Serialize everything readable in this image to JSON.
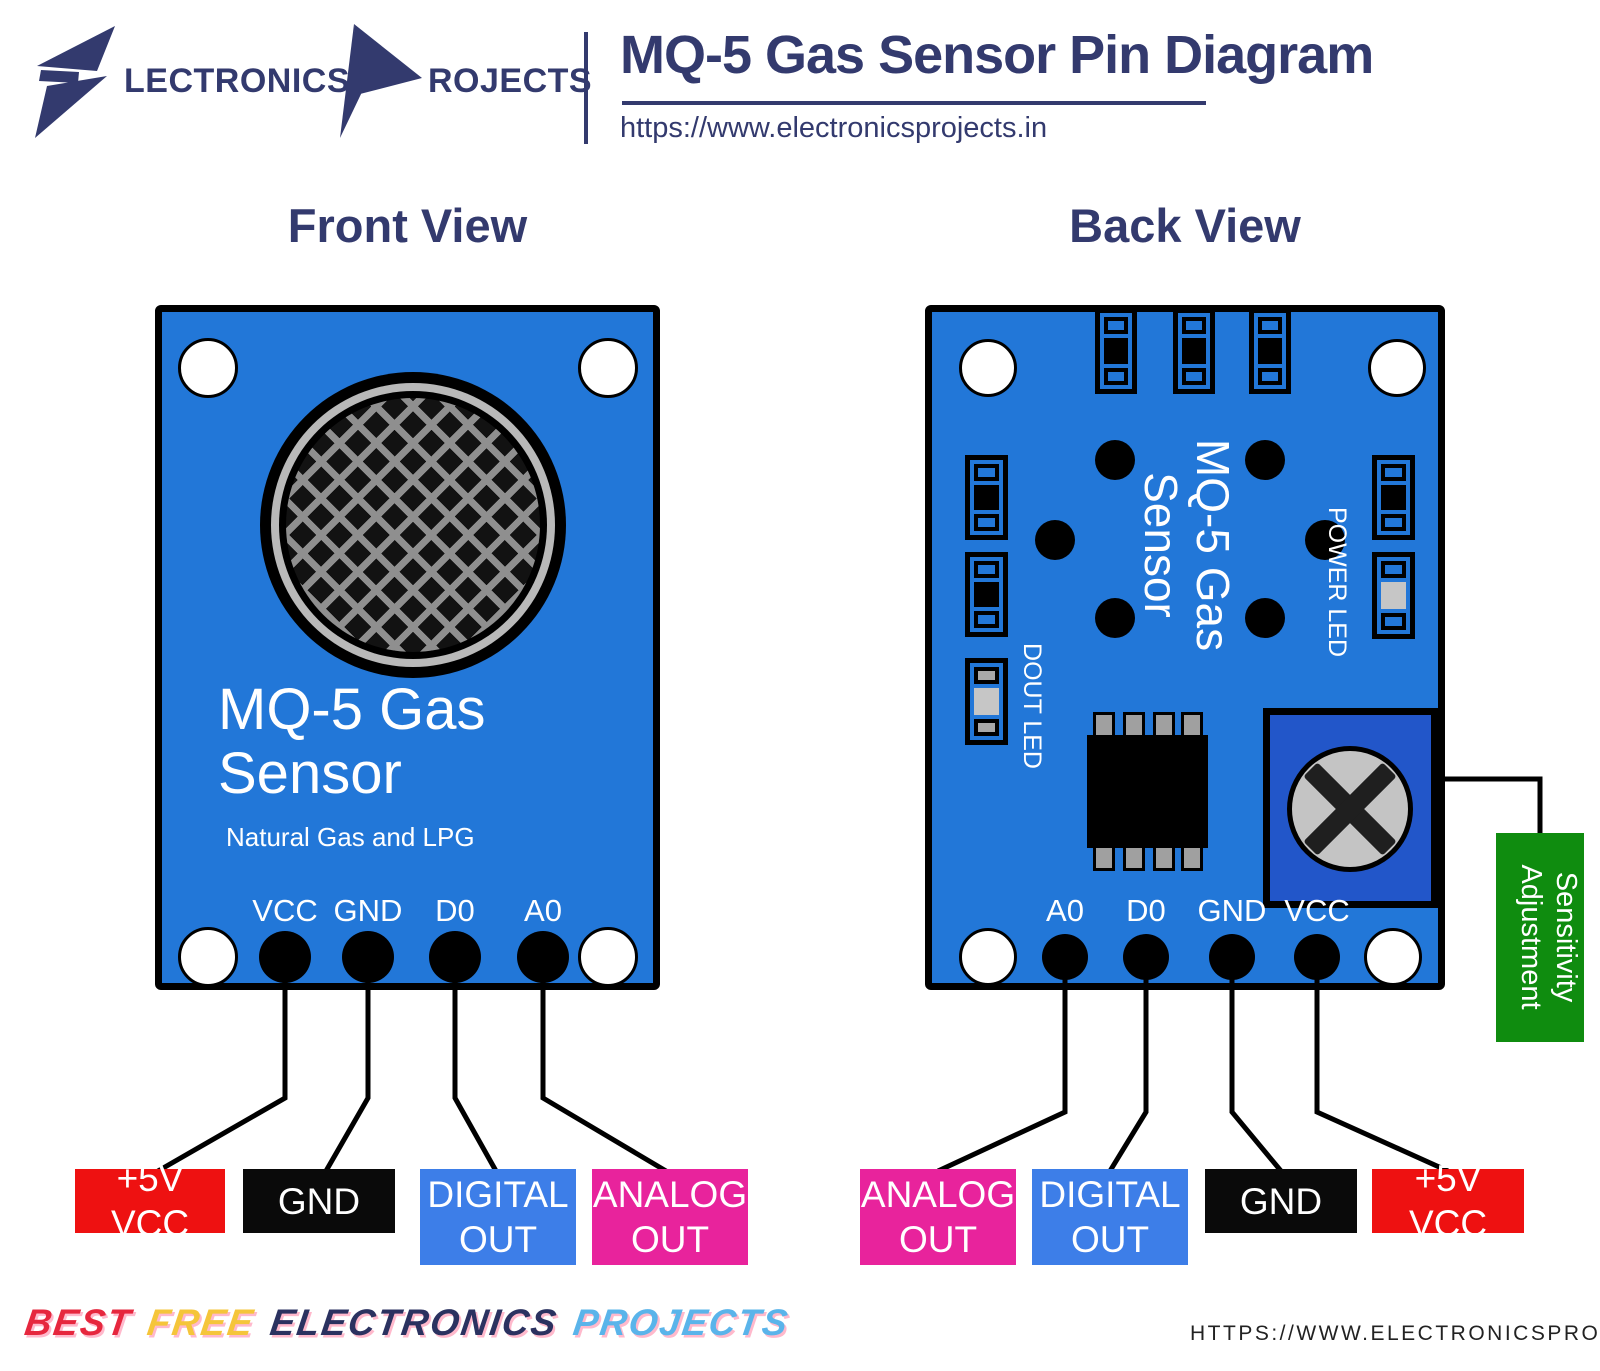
{
  "colors": {
    "navy": "#333a6e",
    "board_blue": "#2277d8",
    "pot_blue": "#2256c9",
    "wire_red": "#ee1111",
    "wire_black": "#0a0a0a",
    "wire_blue": "#3d7ee8",
    "wire_magenta": "#e8239c",
    "green": "#0f8c0f"
  },
  "header": {
    "logo_word1": "LECTRONICS",
    "logo_word2": "ROJECTS",
    "title": "MQ-5 Gas Sensor Pin Diagram",
    "url": "https://www.electronicsprojects.in"
  },
  "front": {
    "view_title": "Front View",
    "board_name_line1": "MQ-5 Gas",
    "board_name_line2": "Sensor",
    "board_subtitle": "Natural Gas and LPG",
    "pins": [
      "VCC",
      "GND",
      "D0",
      "A0"
    ],
    "wire_labels": [
      {
        "text": "+5V VCC",
        "color": "#ee1111"
      },
      {
        "text": "GND",
        "color": "#0a0a0a"
      },
      {
        "text": "DIGITAL OUT",
        "color": "#3d7ee8"
      },
      {
        "text": "ANALOG OUT",
        "color": "#e8239c"
      }
    ]
  },
  "back": {
    "view_title": "Back View",
    "board_name_line1": "MQ-5 Gas",
    "board_name_line2": "Sensor",
    "power_led_label": "POWER LED",
    "dout_led_label": "DOUT LED",
    "pins": [
      "A0",
      "D0",
      "GND",
      "VCC"
    ],
    "sensitivity_line1": "Sensitivity",
    "sensitivity_line2": "Adjustment",
    "wire_labels": [
      {
        "text": "ANALOG OUT",
        "color": "#e8239c"
      },
      {
        "text": "DIGITAL OUT",
        "color": "#3d7ee8"
      },
      {
        "text": "GND",
        "color": "#0a0a0a"
      },
      {
        "text": "+5V VCC",
        "color": "#ee1111"
      }
    ]
  },
  "footer": {
    "tagline": [
      {
        "text": "BEST",
        "color": "#e6273e"
      },
      {
        "text": "FREE",
        "color": "#f5c53a"
      },
      {
        "text": "ELECTRONICS",
        "color": "#2b3260"
      },
      {
        "text": "PROJECTS",
        "color": "#5ab4ea"
      }
    ],
    "site": "HTTPS://WWW.ELECTRONICSPROJECTS.IN"
  }
}
